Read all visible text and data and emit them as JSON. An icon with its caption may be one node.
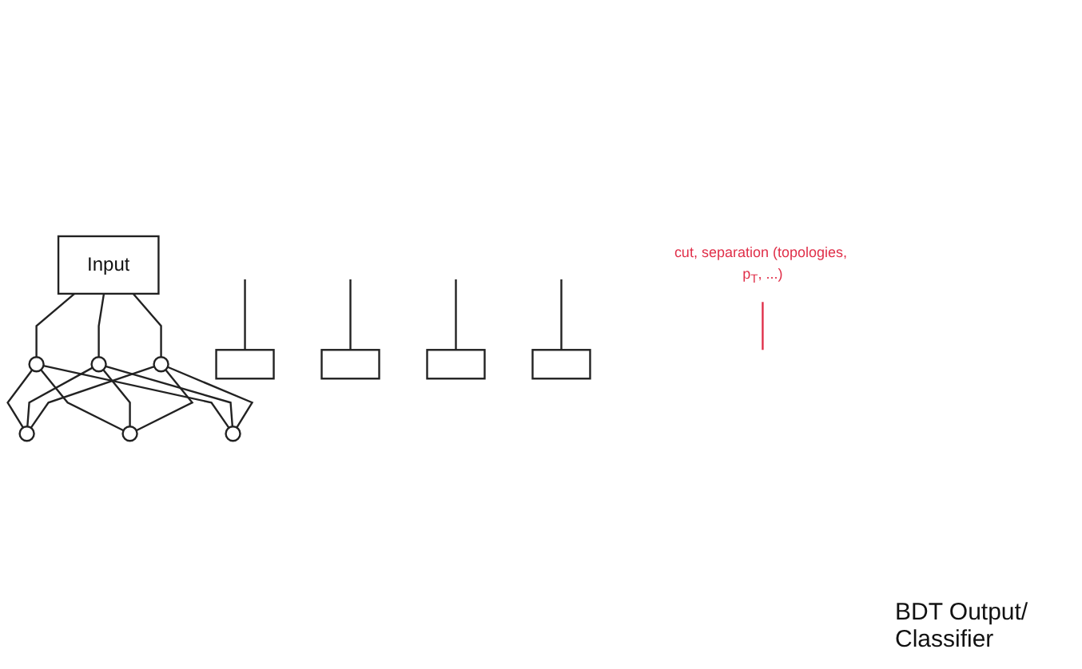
{
  "diagram": {
    "nodes": [
      {
        "text": [
          "Input"
        ]
      },
      {
        "text": [],
        "shape": "circle"
      },
      {
        "text": [],
        "shape": "circle"
      },
      {
        "text": [],
        "shape": "circle"
      },
      {
        "text": [],
        "shape": "circle"
      },
      {
        "text": [],
        "shape": "circle"
      },
      {
        "text": [],
        "shape": "circle"
      },
      {
        "text": [],
        "shape": "box"
      },
      {
        "text": [],
        "shape": "box"
      },
      {
        "text": [],
        "shape": "box"
      },
      {
        "text": [],
        "shape": "box"
      },
      {
        "text": [
          "cut, separation (topologies, p$_{T}$, ...)"
        ]
      }
    ],
    "edges": [
      {
        "from": 0,
        "to": 1,
        "arrow": "none"
      },
      {
        "from": 0,
        "to": 2,
        "arrow": "none"
      },
      {
        "from": 0,
        "to": 3,
        "arrow": "none"
      },
      {
        "from": 1,
        "to": 4,
        "arrow": "none"
      },
      {
        "from": 1,
        "to": 5,
        "arrow": "none"
      },
      {
        "from": 1,
        "to": 6,
        "arrow": "none"
      },
      {
        "from": 2,
        "to": 4,
        "arrow": "none"
      },
      {
        "from": 2,
        "to": 5,
        "arrow": "none"
      },
      {
        "from": 2,
        "to": 6,
        "arrow": "none"
      },
      {
        "from": 3,
        "to": 4,
        "arrow": "none"
      },
      {
        "from": 3,
        "to": 5,
        "arrow": "none"
      },
      {
        "from": 3,
        "to": 6,
        "arrow": "none"
      },
      {
        "from": null,
        "to": 7,
        "arrow": "none"
      },
      {
        "from": null,
        "to": 8,
        "arrow": "none"
      },
      {
        "from": null,
        "to": 9,
        "arrow": "none"
      },
      {
        "from": null,
        "to": 10,
        "arrow": "none"
      },
      {
        "from": 11,
        "to": null,
        "arrow": "none",
        "color": "#e0304a"
      }
    ],
    "labels": [
      "BDT Output/ Classifier"
    ]
  }
}
